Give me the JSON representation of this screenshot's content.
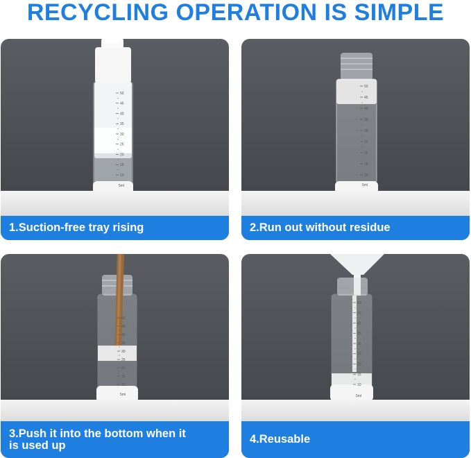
{
  "header": {
    "title": "RECYCLING OPERATION IS SIMPLE"
  },
  "panels": [
    {
      "caption": "1.Suction-free tray rising"
    },
    {
      "caption": "2.Run out without residue"
    },
    {
      "caption": "3.Push it into the bottom when it\nis used up"
    },
    {
      "caption": "4.Reusable"
    }
  ],
  "bottle": {
    "scale_marks": [
      "50",
      "45",
      "40",
      "35",
      "30",
      "25",
      "20",
      "15",
      "10"
    ],
    "unit_label": "5ml"
  },
  "colors": {
    "accent": "#1f7fe0",
    "panel_background": "#4c4f54",
    "caption_text": "#ffffff"
  }
}
